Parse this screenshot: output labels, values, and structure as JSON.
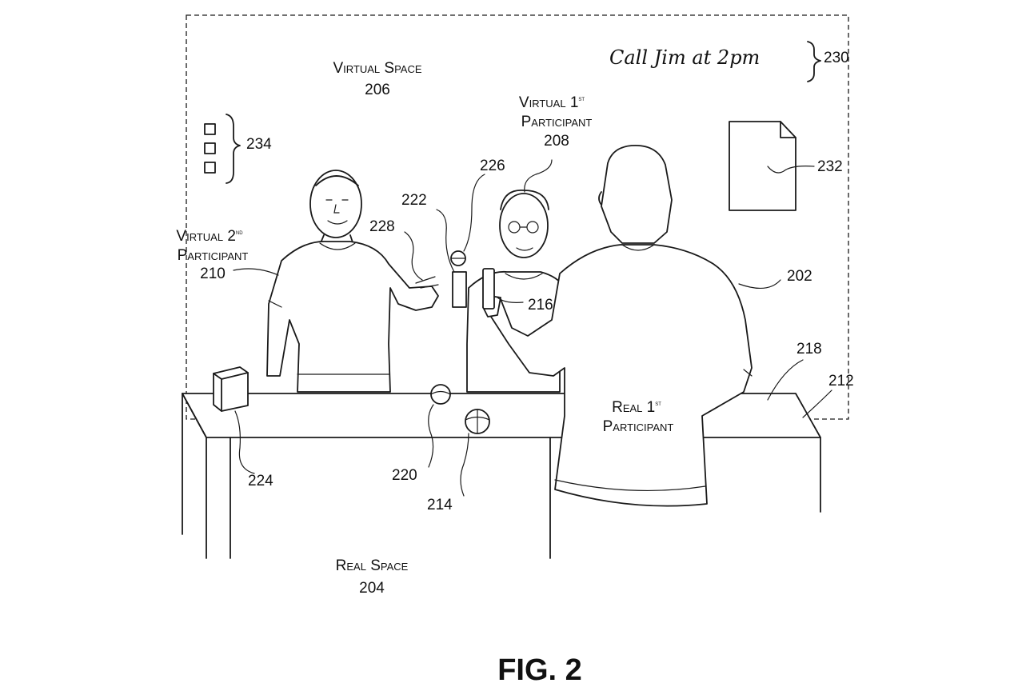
{
  "labels": {
    "virtual_space": "Virtual Space",
    "virtual_space_ref": "206",
    "real_space": "Real Space",
    "real_space_ref": "204",
    "virtual_1st_line1_base": "Virtual 1",
    "virtual_1st_sup": "st",
    "virtual_1st_line2": "Participant",
    "virtual_1st_ref": "208",
    "virtual_2nd_line1_base": "Virtual 2",
    "virtual_2nd_sup": "nd",
    "virtual_2nd_line2": "Participant",
    "virtual_2nd_ref": "210",
    "real_1st_line1_base": "Real 1",
    "real_1st_sup": "st",
    "real_1st_line2": "Participant",
    "note_text": "Call Jim at 2pm",
    "figure_caption": "FIG. 2"
  },
  "refs": {
    "r202": "202",
    "r212": "212",
    "r214": "214",
    "r216": "216",
    "r218": "218",
    "r220": "220",
    "r222": "222",
    "r224": "224",
    "r226": "226",
    "r228": "228",
    "r230": "230",
    "r232": "232",
    "r234": "234"
  },
  "colors": {
    "line": "#1a1a1a",
    "background": "#ffffff"
  }
}
